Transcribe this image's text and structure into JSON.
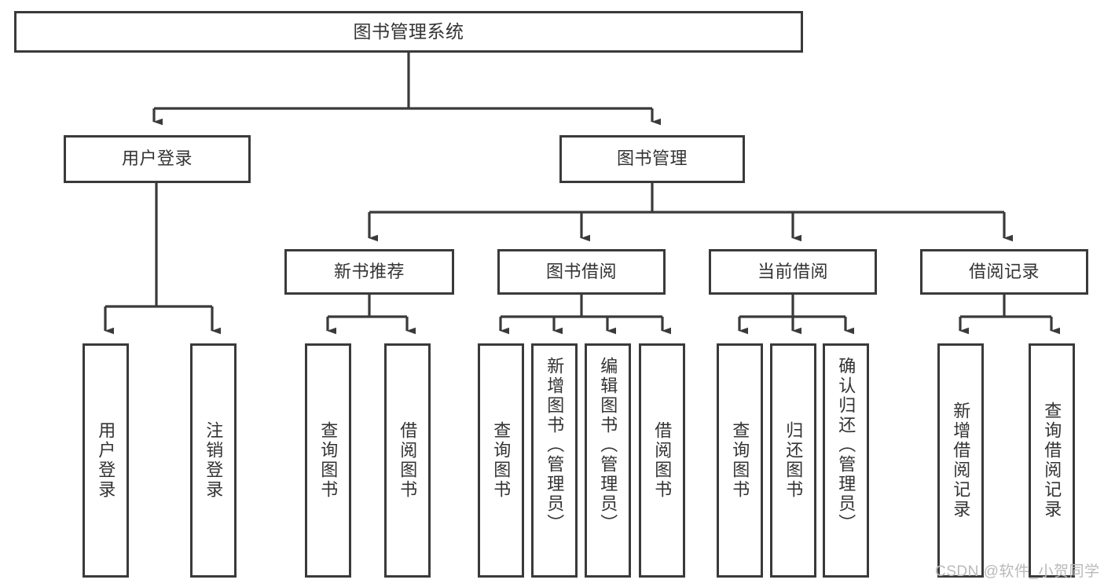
{
  "diagram": {
    "title": "图书管理系统",
    "type": "hierarchy-tree",
    "root": {
      "label": "图书管理系统",
      "orientation": "horizontal"
    },
    "level2": [
      {
        "label": "用户登录",
        "orientation": "horizontal"
      },
      {
        "label": "图书管理",
        "orientation": "horizontal"
      }
    ],
    "level3": [
      {
        "label": "新书推荐",
        "orientation": "horizontal",
        "parent": "图书管理"
      },
      {
        "label": "图书借阅",
        "orientation": "horizontal",
        "parent": "图书管理"
      },
      {
        "label": "当前借阅",
        "orientation": "horizontal",
        "parent": "图书管理"
      },
      {
        "label": "借阅记录",
        "orientation": "horizontal",
        "parent": "图书管理"
      }
    ],
    "leaves": {
      "user_login": [
        {
          "label": "用户登录",
          "orientation": "vertical"
        },
        {
          "label": "注销登录",
          "orientation": "vertical"
        }
      ],
      "new_book_recommend": [
        {
          "label": "查询图书",
          "orientation": "vertical"
        },
        {
          "label": "借阅图书",
          "orientation": "vertical"
        }
      ],
      "book_borrow": [
        {
          "label": "查询图书",
          "orientation": "vertical"
        },
        {
          "label": "新增图书（管理员）",
          "orientation": "vertical"
        },
        {
          "label": "编辑图书（管理员）",
          "orientation": "vertical"
        },
        {
          "label": "借阅图书",
          "orientation": "vertical"
        }
      ],
      "current_borrow": [
        {
          "label": "查询图书",
          "orientation": "vertical"
        },
        {
          "label": "归还图书",
          "orientation": "vertical"
        },
        {
          "label": "确认归还（管理员）",
          "orientation": "vertical"
        }
      ],
      "borrow_record": [
        {
          "label": "新增借阅记录",
          "orientation": "vertical"
        },
        {
          "label": "查询借阅记录",
          "orientation": "vertical"
        }
      ]
    },
    "watermark": "CSDN @软件_小贺同学",
    "colors": {
      "background": "#ffffff",
      "border": "#3a3a3a",
      "text": "#333333",
      "connector": "#3a3a3a",
      "watermark": "#b9b9b9"
    }
  }
}
